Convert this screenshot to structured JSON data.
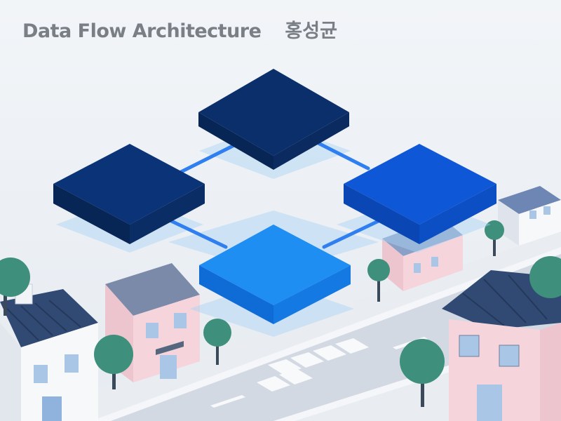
{
  "header": {
    "title": "Data Flow Architecture",
    "author": "홍성균"
  },
  "diagram": {
    "nodes": [
      "top",
      "left",
      "right",
      "bottom"
    ],
    "edges": [
      [
        "left",
        "top"
      ],
      [
        "top",
        "right"
      ],
      [
        "left",
        "bottom"
      ],
      [
        "bottom",
        "right"
      ]
    ]
  },
  "colors": {
    "background": "#eef2f6",
    "node_dark": "#0b2f6b",
    "node_mid": "#0e57d6",
    "node_light": "#1e8ef2",
    "connector": "#2f7ff0",
    "road": "#cfd6e1",
    "roof": "#3f5886",
    "wall_pink": "#f6d4dc",
    "wall_white": "#f7f8fa",
    "tree": "#3e8f7b"
  }
}
